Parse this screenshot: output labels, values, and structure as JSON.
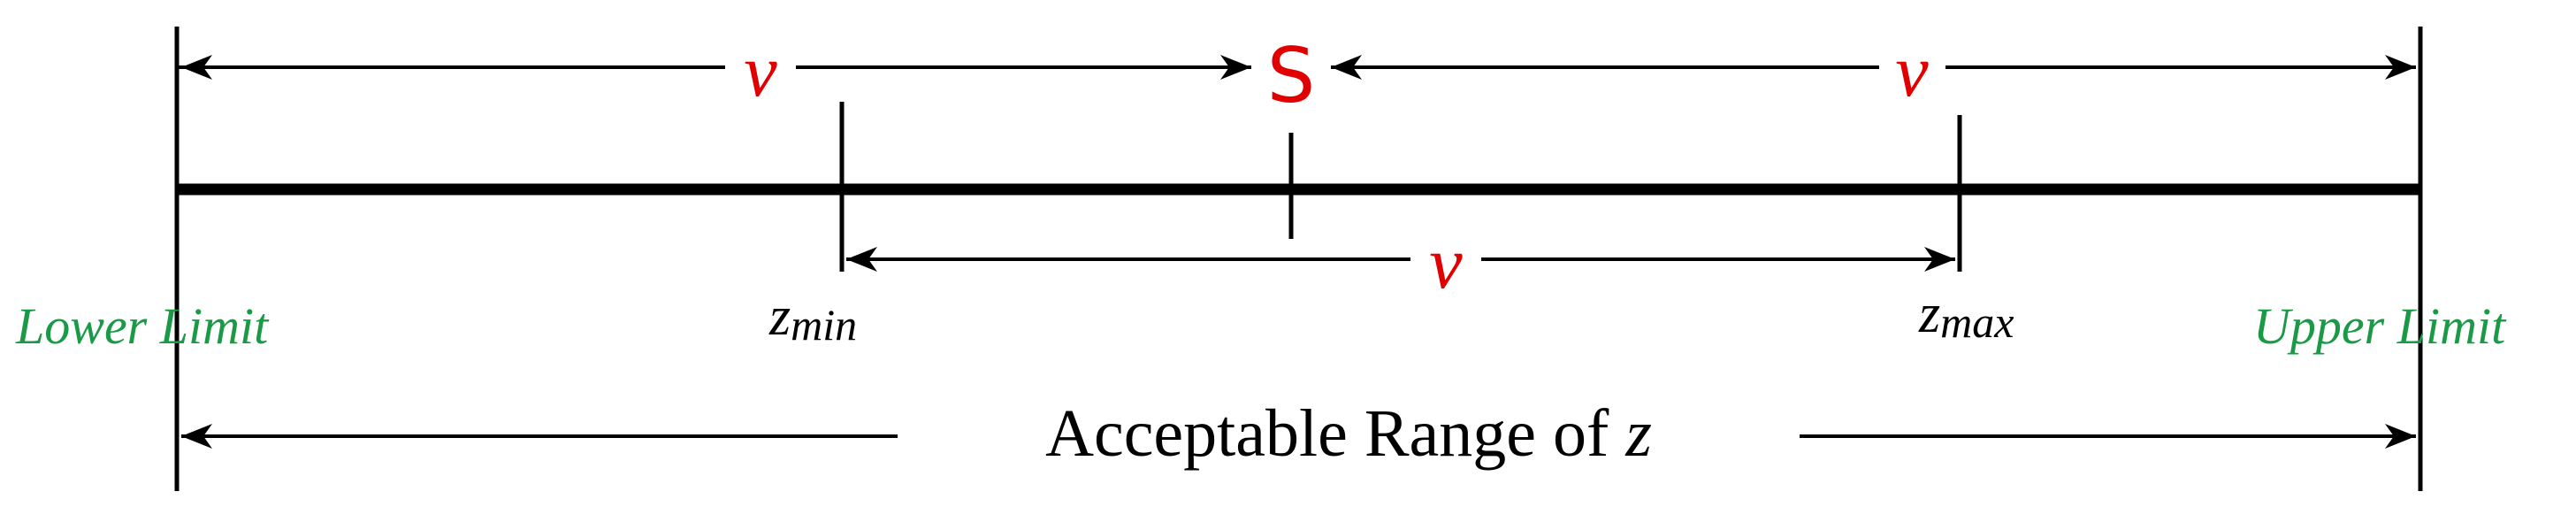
{
  "colors": {
    "line": "#000000",
    "variable": "#e00000",
    "limit_label": "#1a9a46"
  },
  "labels": {
    "v_left": "v",
    "v_right": "v",
    "v_bottom": "v",
    "s": "S",
    "z_min_base": "z",
    "z_min_sub": "min",
    "z_max_base": "z",
    "z_max_sub": "max",
    "lower_limit": "Lower Limit",
    "upper_limit": "Upper Limit",
    "range_text": "Acceptable Range of ",
    "range_var": "z"
  }
}
